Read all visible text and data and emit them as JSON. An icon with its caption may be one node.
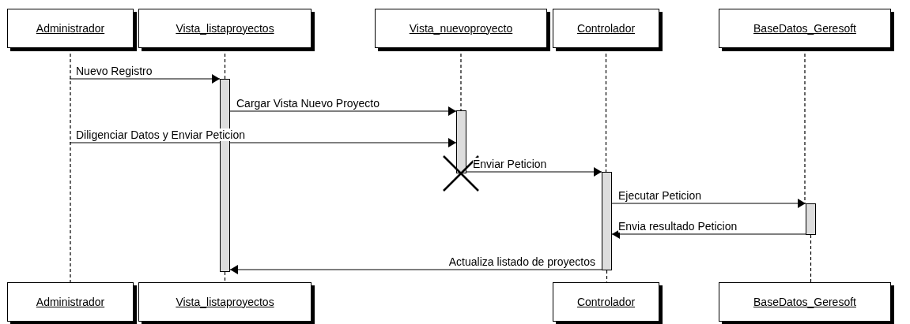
{
  "diagram": {
    "nodes": [
      {
        "text": [
          "Administrador"
        ]
      },
      {
        "text": [
          "Vista_listaproyectos"
        ]
      },
      {
        "text": [
          "Vista_nuevoproyecto"
        ]
      },
      {
        "text": [
          "Controlador"
        ]
      },
      {
        "text": [
          "BaseDatos_Geresoft"
        ]
      },
      {
        "text": [
          "Administrador"
        ]
      },
      {
        "text": [
          "Vista_listaproyectos"
        ]
      },
      {
        "text": [
          "Controlador"
        ]
      },
      {
        "text": [
          "BaseDatos_Geresoft"
        ]
      },
      {
        "text": [],
        "shape": "bar"
      },
      {
        "text": [],
        "shape": "bar"
      },
      {
        "text": [],
        "shape": "bar"
      },
      {
        "text": [],
        "shape": "bar"
      }
    ],
    "edges": [
      {
        "from": 0,
        "to": 5,
        "arrow": "none",
        "style": "dashed"
      },
      {
        "from": 1,
        "to": 9,
        "arrow": "none",
        "style": "dashed"
      },
      {
        "from": 9,
        "to": 6,
        "arrow": "none",
        "style": "dashed"
      },
      {
        "from": 2,
        "to": 10,
        "arrow": "none",
        "style": "dashed"
      },
      {
        "from": 3,
        "to": 11,
        "arrow": "none",
        "style": "dashed"
      },
      {
        "from": 11,
        "to": 7,
        "arrow": "none",
        "style": "dashed"
      },
      {
        "from": 4,
        "to": 12,
        "arrow": "none",
        "style": "dashed"
      },
      {
        "from": 12,
        "to": 8,
        "arrow": "none",
        "style": "dashed"
      },
      {
        "from": null,
        "to": 9,
        "arrow": "to",
        "label": "Nuevo Registro"
      },
      {
        "from": 9,
        "to": 10,
        "arrow": "to",
        "label": "Cargar Vista Nuevo Proyecto"
      },
      {
        "from": null,
        "to": 10,
        "arrow": "to",
        "label": "Diligenciar Datos y Enviar Peticion"
      },
      {
        "from": 10,
        "to": 11,
        "arrow": "to",
        "label": "Enviar Peticion"
      },
      {
        "from": 11,
        "to": 12,
        "arrow": "to",
        "label": "Ejecutar Peticion"
      },
      {
        "from": 12,
        "to": 11,
        "arrow": "to",
        "label": "Envia resultado Peticion"
      },
      {
        "from": 11,
        "to": 9,
        "arrow": "to",
        "label": "Actualiza listado de proyectos"
      }
    ]
  }
}
